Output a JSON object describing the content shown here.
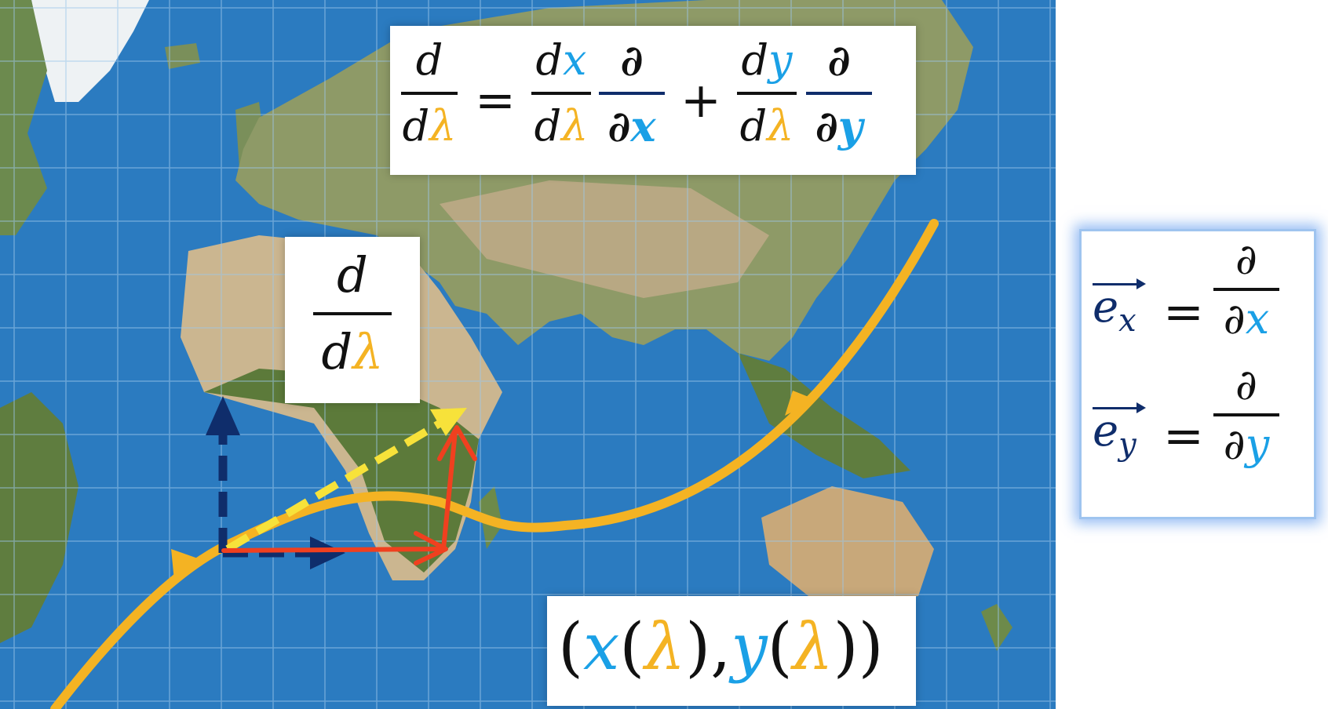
{
  "main_equation": {
    "lhs_num": "d",
    "lhs_den_d": "d",
    "lhs_den_var": "λ",
    "equals": "=",
    "t1_num_d": "d",
    "t1_num_var": "x",
    "t1_den_d": "d",
    "t1_den_var": "λ",
    "t1_partial": "∂",
    "t1_partial_den_sym": "∂",
    "t1_partial_den_var": "x",
    "plus": "+",
    "t2_num_d": "d",
    "t2_num_var": "y",
    "t2_den_d": "d",
    "t2_den_var": "λ",
    "t2_partial": "∂",
    "t2_partial_den_sym": "∂",
    "t2_partial_den_var": "y"
  },
  "small_derivative": {
    "num": "d",
    "den_d": "d",
    "den_var": "λ"
  },
  "basis": {
    "ex_base": "e",
    "ex_sub": "x",
    "ex_equals": "=",
    "ex_num": "∂",
    "ex_den_sym": "∂",
    "ex_den_var": "x",
    "ey_base": "e",
    "ey_sub": "y",
    "ey_equals": "=",
    "ey_num": "∂",
    "ey_den_sym": "∂",
    "ey_den_var": "y"
  },
  "coordinates": {
    "open_outer": "(",
    "x": "x",
    "open_x": "(",
    "lambda_x": "λ",
    "close_x": ")",
    "comma": ",",
    "y": "y",
    "open_y": "(",
    "lambda_y": "λ",
    "close_y": ")",
    "close_outer": ")"
  },
  "colors": {
    "ocean": "#2b7bc0",
    "grid": "#9cc7ea",
    "curve": "#f4b323",
    "basis_vectors": "#0f2d6b",
    "tangent_vector": "#f7e23a",
    "annotation_red": "#f0401f",
    "x_color": "#1aa0e6",
    "lambda_color": "#f4b323"
  }
}
